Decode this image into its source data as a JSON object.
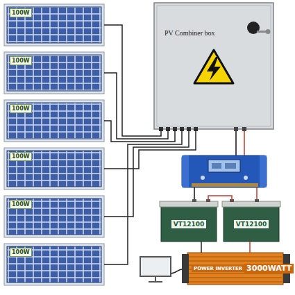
{
  "diagram": {
    "nodes": [
      {
        "text": [
          "100W"
        ]
      },
      {
        "text": [
          "100W"
        ]
      },
      {
        "text": [
          "100W"
        ]
      },
      {
        "text": [
          "100W"
        ]
      },
      {
        "text": [
          "100W"
        ]
      },
      {
        "text": [
          "100W"
        ]
      },
      {
        "text": [
          "PV Combiner box"
        ]
      },
      {
        "text": [
          "VT12100"
        ]
      },
      {
        "text": [
          "VT12100"
        ]
      },
      {
        "text": [
          "POWER INVERTER",
          "3000WATT"
        ]
      }
    ],
    "edges": [
      {
        "from": 0,
        "to": 6,
        "arrow": "none"
      },
      {
        "from": 1,
        "to": 6,
        "arrow": "none"
      },
      {
        "from": 2,
        "to": 6,
        "arrow": "none"
      },
      {
        "from": 3,
        "to": 6,
        "arrow": "none"
      },
      {
        "from": 4,
        "to": 6,
        "arrow": "none"
      },
      {
        "from": 5,
        "to": 6,
        "arrow": "none"
      },
      {
        "from": 7,
        "to": 8,
        "arrow": "none"
      },
      {
        "from": 7,
        "to": 9,
        "arrow": "none"
      },
      {
        "from": 8,
        "to": 9,
        "arrow": "none"
      }
    ]
  }
}
